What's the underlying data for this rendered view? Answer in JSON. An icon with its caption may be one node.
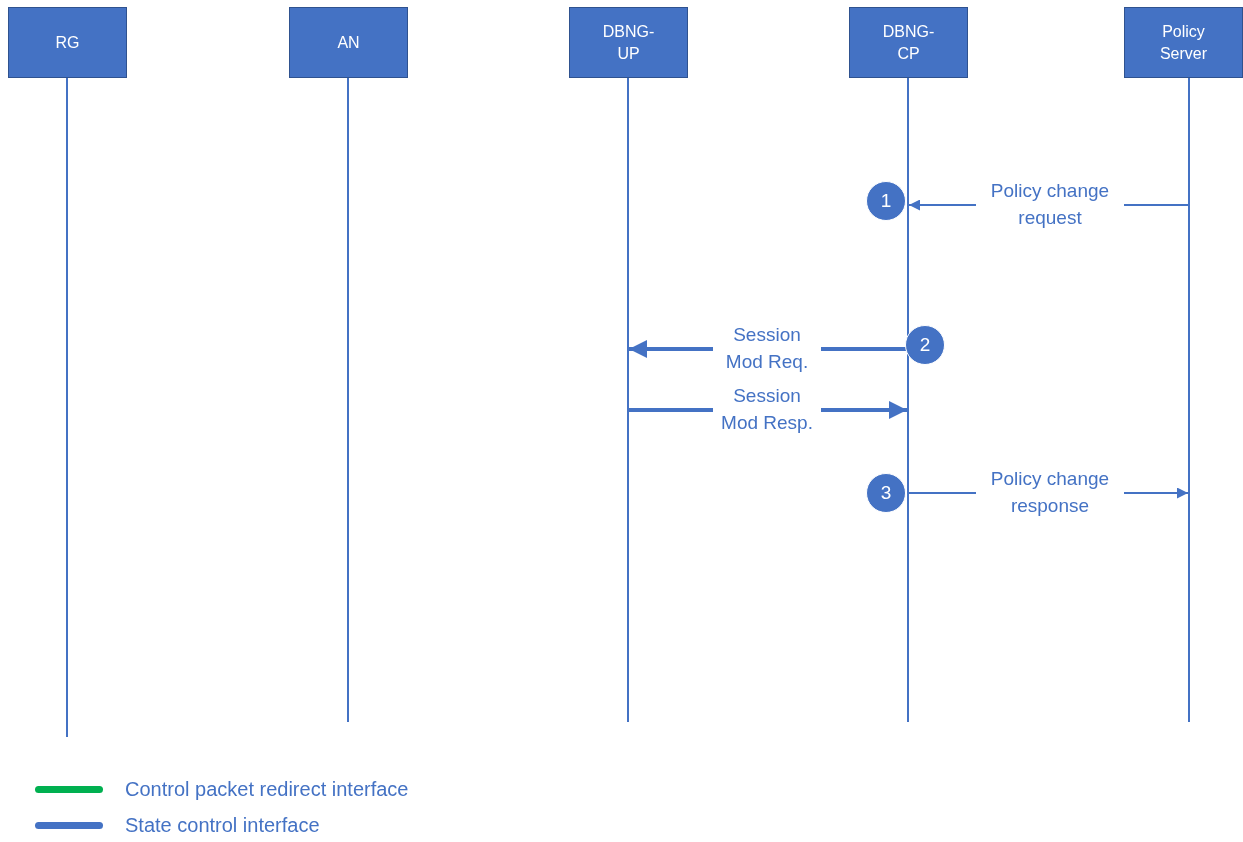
{
  "diagram": {
    "nodes": [
      {
        "text": [
          "RG"
        ]
      },
      {
        "text": [
          "AN"
        ]
      },
      {
        "text": [
          "DBNG-UP"
        ]
      },
      {
        "text": [
          "DBNG-CP"
        ]
      },
      {
        "text": [
          "Policy Server"
        ]
      },
      {
        "text": [],
        "shape": "bar"
      },
      {
        "text": [],
        "shape": "bar"
      },
      {
        "text": [],
        "shape": "bar"
      },
      {
        "text": [],
        "shape": "bar"
      },
      {
        "text": [],
        "shape": "bar"
      },
      {
        "text": [
          "1"
        ]
      },
      {
        "text": [
          "2"
        ]
      },
      {
        "text": [
          "3"
        ]
      }
    ],
    "edges": [
      {
        "from": 9,
        "to": 8,
        "arrow": "to",
        "label": "Policy change request"
      },
      {
        "from": 8,
        "to": 7,
        "arrow": "to",
        "label": "Session Mod Req.",
        "style": "thick"
      },
      {
        "from": 7,
        "to": 8,
        "arrow": "to",
        "label": "Session Mod Resp.",
        "style": "thick"
      },
      {
        "from": 8,
        "to": 9,
        "arrow": "to",
        "label": "Policy change response"
      }
    ],
    "legend": [
      {
        "text": "Control packet redirect interface",
        "color": "#00b050"
      },
      {
        "text": "State control interface",
        "color": "#4472c4"
      }
    ]
  }
}
